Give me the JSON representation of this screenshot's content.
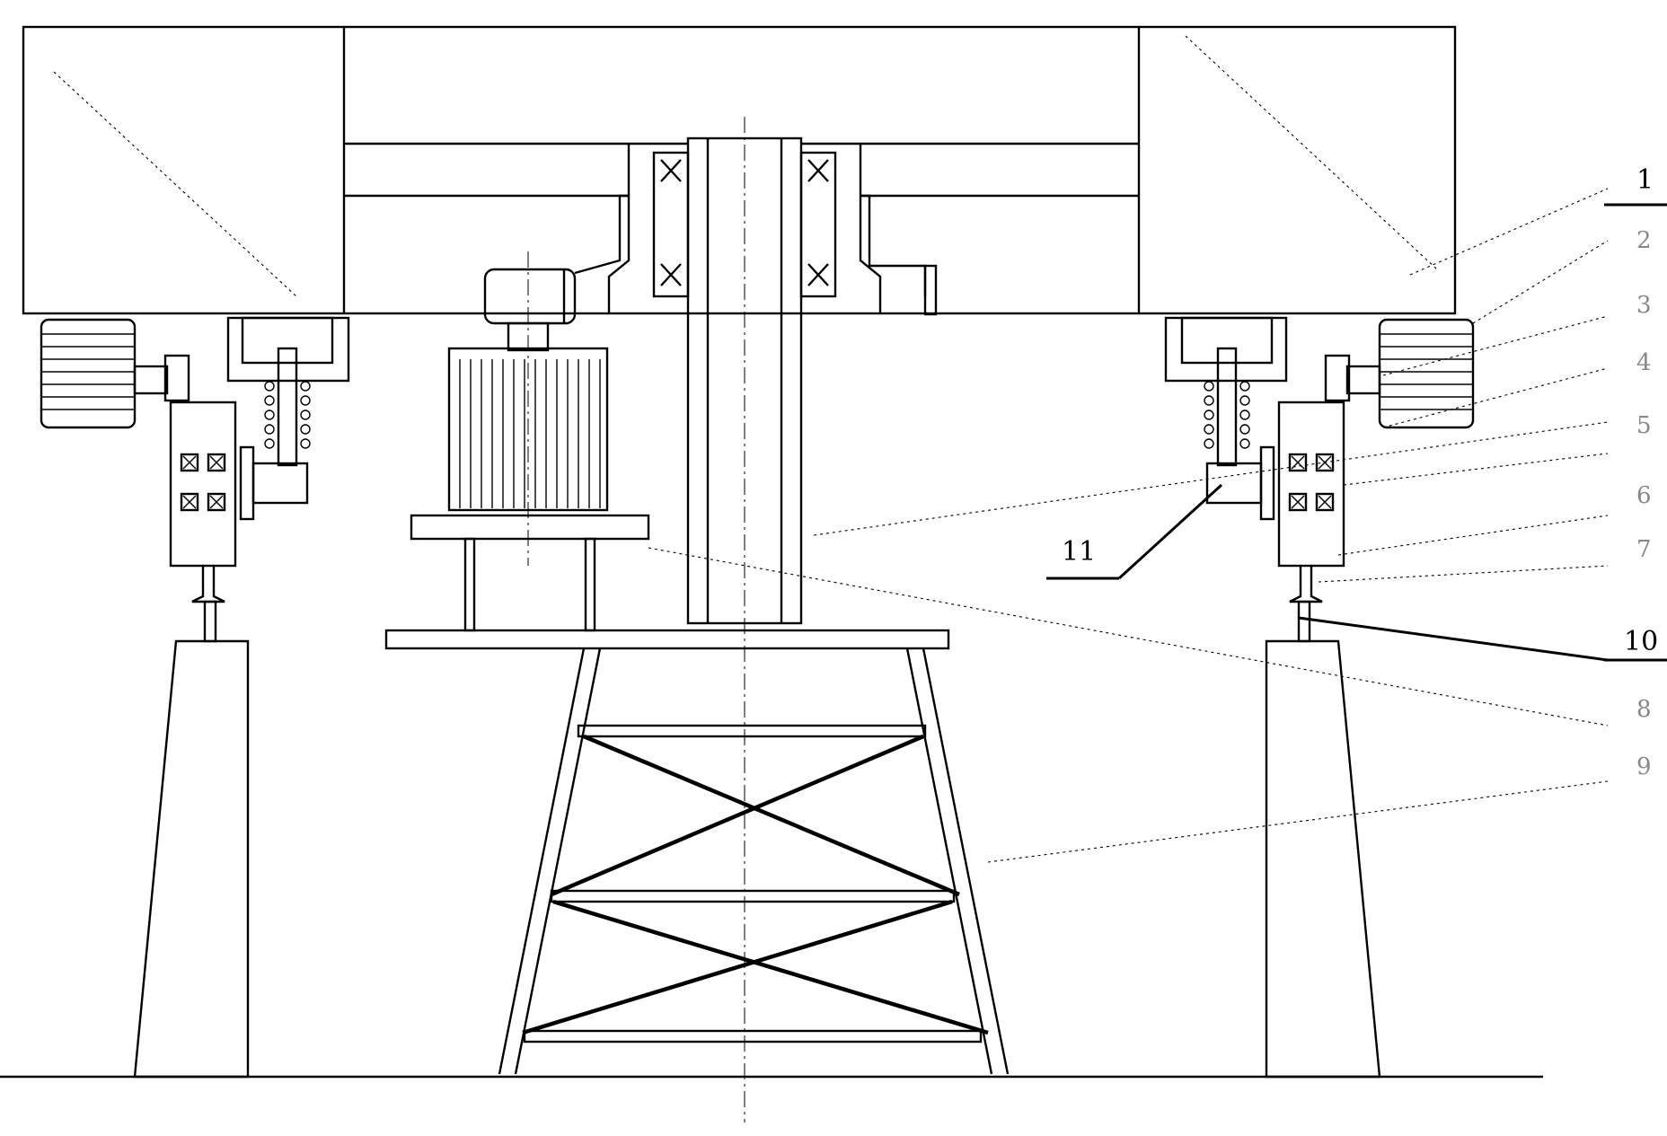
{
  "callouts": [
    {
      "key": "c1",
      "text": "1"
    },
    {
      "key": "c2",
      "text": "2"
    },
    {
      "key": "c3",
      "text": "3"
    },
    {
      "key": "c4",
      "text": "4"
    },
    {
      "key": "c5",
      "text": "5"
    },
    {
      "key": "c6",
      "text": "6"
    },
    {
      "key": "c7",
      "text": "7"
    },
    {
      "key": "c8",
      "text": "8"
    },
    {
      "key": "c9",
      "text": "9"
    },
    {
      "key": "c10",
      "text": "10"
    },
    {
      "key": "c11",
      "text": "11"
    }
  ]
}
